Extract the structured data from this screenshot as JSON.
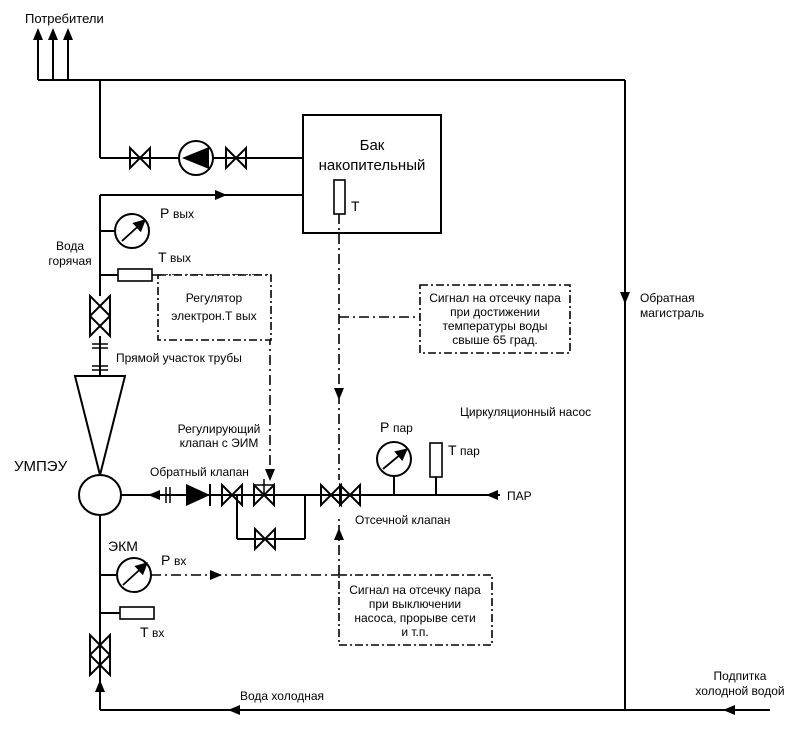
{
  "labels": {
    "consumers": "Потребители",
    "tank_line1": "Бак",
    "tank_line2": "накопительный",
    "tank_sensor": "Т",
    "p_out_main": "Р",
    "p_out_sub": "вых",
    "hot_water_line1": "Вода",
    "hot_water_line2": "горячая",
    "t_out_main": "Т",
    "t_out_sub": "вых",
    "regulator_line1": "Регулятор",
    "regulator_line2": "электрон.Т вых",
    "straight_pipe": "Прямой участок трубы",
    "signal_temp_line1": "Сигнал на отсечку пара",
    "signal_temp_line2": "при достижении",
    "signal_temp_line3": "температуры воды",
    "signal_temp_line4": "свыше 65 град.",
    "return_main_line1": "Обратная",
    "return_main_line2": "магистраль",
    "circ_pump": "Циркуляционный насос",
    "p_steam_main": "Р",
    "p_steam_sub": "пар",
    "t_steam_main": "Т",
    "t_steam_sub": "пар",
    "reg_valve_line1": "Регулирующий",
    "reg_valve_line2": "клапан с ЭИМ",
    "umpeu": "УМПЭУ",
    "check_valve": "Обратный клапан",
    "steam": "ПАР",
    "shutoff_valve": "Отсечной клапан",
    "ekm": "ЭКМ",
    "p_in_main": "Р",
    "p_in_sub": "вх",
    "t_in_main": "Т",
    "t_in_sub": "вх",
    "signal_pump_line1": "Сигнал на отсечку пара",
    "signal_pump_line2": "при выключении",
    "signal_pump_line3": "насоса, прорыве сети",
    "signal_pump_line4": "и т.п.",
    "cold_water": "Вода холодная",
    "makeup_line1": "Подпитка",
    "makeup_line2": "холодной водой"
  }
}
